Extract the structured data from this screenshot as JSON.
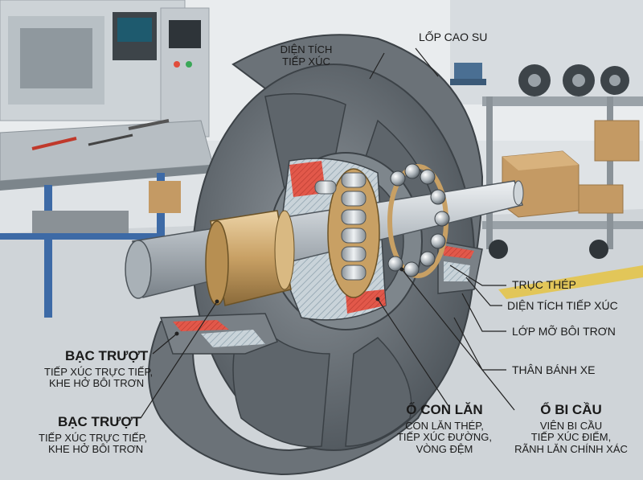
{
  "labels": {
    "contact_area_top_1": "DIỆN TÍCH",
    "contact_area_top_2": "TIẾP XÚC",
    "rubber_tire": "LỐP CAO SU",
    "steel_shaft": "TRỤC THÉP",
    "contact_area": "DIỆN TÍCH TIẾP XÚC",
    "grease_layer": "LỚP MỠ BÔI TRƠN",
    "wheel_body": "THÂN BÁNH XE",
    "bushing_1": {
      "title": "BẠC TRƯỢT",
      "line1": "TIẾP XÚC TRỰC TIẾP,",
      "line2": "KHE HỞ BÔI TRƠN"
    },
    "bushing_2": {
      "title": "BẠC TRƯỢT",
      "line1": "TIẾP XÚC TRỰC TIẾP,",
      "line2": "KHE HỞ BÔI TRƠN"
    },
    "roller_bearing": {
      "title": "Ổ CON LĂN",
      "line1": "CON LĂN THÉP,",
      "line2": "TIẾP XÚC ĐƯỜNG,",
      "line3": "VÒNG ĐỆM"
    },
    "ball_bearing": {
      "title": "Ổ BI CẦU",
      "line1": "VIÊN BI CẦU",
      "line2": "TIẾP XÚC ĐIỂM,",
      "line3": "RÃNH LĂN CHÍNH XÁC"
    }
  },
  "colors": {
    "background": "#dfe3e6",
    "steel": "#9aa3aa",
    "wheel_gray": "#6f767c",
    "grease_red": "#e2584a",
    "brass": "#c19a5b",
    "leader_line": "#222222"
  },
  "icons": [
    "workbench",
    "cnc-machine",
    "caster-wheel",
    "cardboard-box"
  ]
}
